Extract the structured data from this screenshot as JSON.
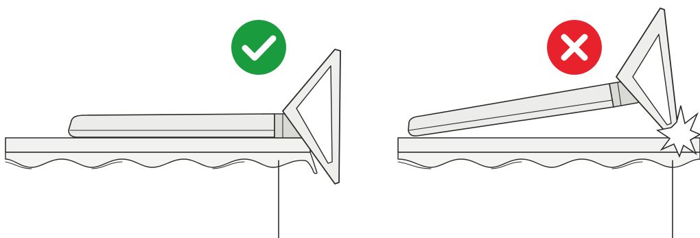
{
  "panels": [
    {
      "id": "correct",
      "status": "correct",
      "badge_icon": "check-icon",
      "badge_color": "#1a9b3e"
    },
    {
      "id": "incorrect",
      "status": "incorrect",
      "badge_icon": "cross-icon",
      "badge_color": "#e8222c"
    }
  ],
  "colors": {
    "line": "#2b2b2b",
    "surface": "#f1f1ef",
    "device_side": "#d9d9d6"
  }
}
